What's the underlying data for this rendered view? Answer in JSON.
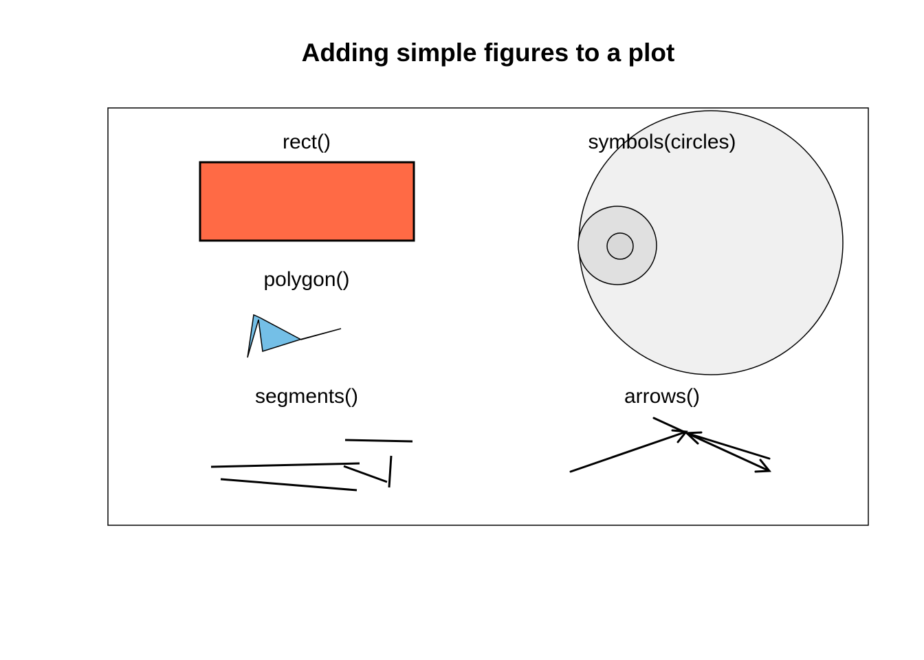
{
  "title": "Adding simple figures to a plot",
  "labels": {
    "rect": "rect()",
    "symbols": "symbols(circles)",
    "polygon": "polygon()",
    "segments": "segments()",
    "arrows": "arrows()"
  },
  "colors": {
    "rect_fill": "#FF6A45",
    "polygon_fill": "#74BFE7",
    "circle_large_fill": "#F0F0F0",
    "circle_medium_fill": "#E0E0E0",
    "circle_small_fill": "#D9D9D9",
    "stroke": "#000000"
  }
}
